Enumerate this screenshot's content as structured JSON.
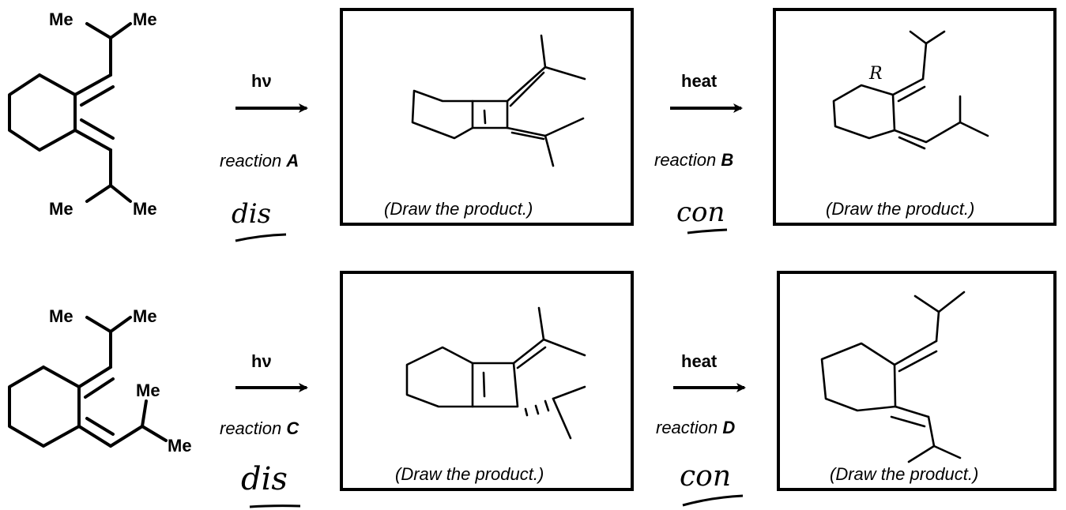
{
  "substituent_label": "Me",
  "row1": {
    "reaction1": {
      "condition": "hν",
      "name_prefix": "reaction ",
      "letter": "A",
      "note": "dis"
    },
    "reaction2": {
      "condition": "heat",
      "name_prefix": "reaction ",
      "letter": "B",
      "note": "con"
    },
    "box1_caption": "(Draw the product.)",
    "box2_caption": "(Draw the product.)",
    "box2_sketch_note": "R"
  },
  "row2": {
    "reaction1": {
      "condition": "hν",
      "name_prefix": "reaction ",
      "letter": "C",
      "note": "dis"
    },
    "reaction2": {
      "condition": "heat",
      "name_prefix": "reaction ",
      "letter": "D",
      "note": "con"
    },
    "box1_caption": "(Draw the product.)",
    "box2_caption": "(Draw the product.)"
  }
}
